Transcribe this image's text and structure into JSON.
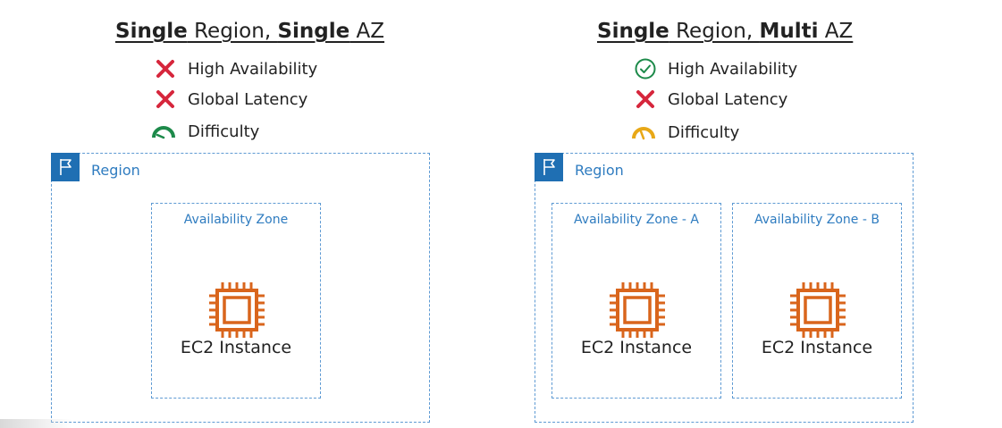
{
  "left": {
    "title": {
      "part1": "Single",
      "part2": " Region, ",
      "part3": "Single",
      "part4": " AZ"
    },
    "features": [
      {
        "label": "High Availability",
        "icon": "x-mark-icon",
        "color": "#d6263c"
      },
      {
        "label": "Global Latency",
        "icon": "x-mark-icon",
        "color": "#d6263c"
      },
      {
        "label": "Difficulty",
        "icon": "gauge-low-icon",
        "color": "#1d8a4a"
      }
    ],
    "region_label": "Region",
    "zones": [
      {
        "label": "Availability Zone",
        "instance_label": "EC2 Instance"
      }
    ]
  },
  "right": {
    "title": {
      "part1": "Single",
      "part2": " Region, ",
      "part3": "Multi",
      "part4": " AZ"
    },
    "features": [
      {
        "label": "High Availability",
        "icon": "check-circle-icon",
        "color": "#1d8a4a"
      },
      {
        "label": "Global Latency",
        "icon": "x-mark-icon",
        "color": "#d6263c"
      },
      {
        "label": "Difficulty",
        "icon": "gauge-medium-icon",
        "color": "#e8a817"
      }
    ],
    "region_label": "Region",
    "zones": [
      {
        "label": "Availability Zone - A",
        "instance_label": "EC2 Instance"
      },
      {
        "label": "Availability Zone - B",
        "instance_label": "EC2 Instance"
      }
    ]
  },
  "colors": {
    "region_border": "#5e9ad3",
    "region_flag": "#1f6fb3",
    "ec2_orange": "#d9651c"
  }
}
